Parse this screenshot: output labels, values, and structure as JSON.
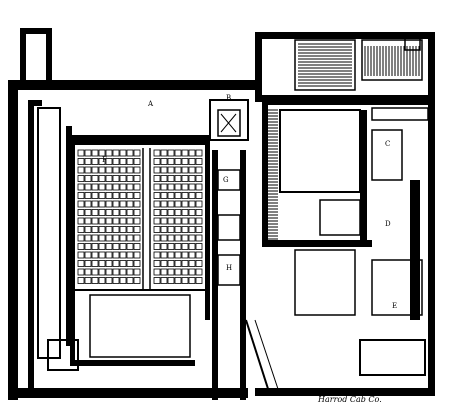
{
  "figure": {
    "kind": "architectural floor plan",
    "style": "black ink line engraving on white",
    "ink_color": "#000000",
    "paper_color": "#ffffff"
  },
  "labels": {
    "room_a": "A",
    "room_b": "B",
    "room_c": "C",
    "room_d": "D",
    "room_e": "E",
    "room_f": "F",
    "room_g": "G",
    "room_h": "H"
  },
  "signature": {
    "text": "Harrod Cab Co."
  }
}
